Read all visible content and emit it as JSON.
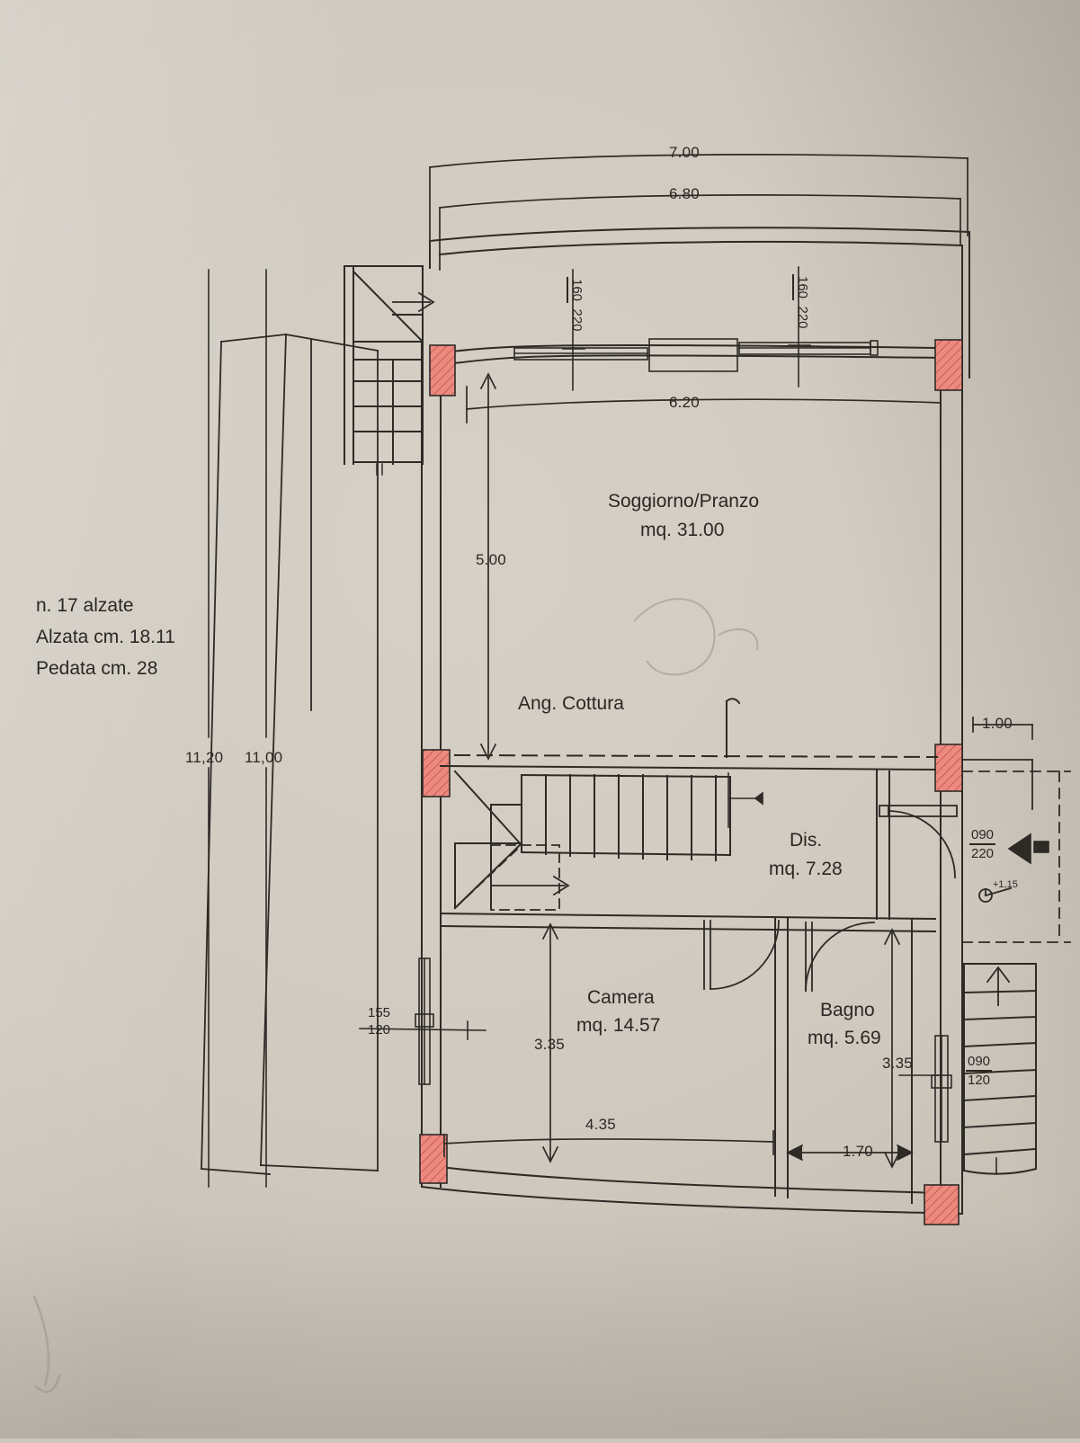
{
  "document": {
    "type": "architectural-floor-plan",
    "language": "it",
    "medium": "photographed paper print"
  },
  "notes": {
    "stair_note_line1": "n. 17 alzate",
    "stair_note_line2": "Alzata cm. 18.11",
    "stair_note_line3": "Pedata cm. 28"
  },
  "rooms": [
    {
      "id": "soggiorno",
      "name": "Soggiorno/Pranzo",
      "area": "mq. 31.00"
    },
    {
      "id": "angcottura",
      "name": "Ang. Cottura",
      "area": ""
    },
    {
      "id": "dis",
      "name": "Dis.",
      "area": "mq. 7.28"
    },
    {
      "id": "camera",
      "name": "Camera",
      "area": "mq. 14.57"
    },
    {
      "id": "bagno",
      "name": "Bagno",
      "area": "mq. 5.69"
    }
  ],
  "dimensions": {
    "top_outer": "7.00",
    "top_inner": "6.80",
    "living_width": "6.20",
    "left_vert_outer": "11,20",
    "left_vert_inner": "11,00",
    "living_depth": "5.00",
    "camera_depth": "3.35",
    "bagno_depth": "3.35",
    "camera_width": "4.35",
    "bagno_width": "1.70",
    "right_landing": "1.00"
  },
  "openings": [
    {
      "id": "win-living-left",
      "width": "160",
      "height": "220"
    },
    {
      "id": "win-living-right",
      "width": "160",
      "height": "220"
    },
    {
      "id": "door-entrance",
      "width": "090",
      "height": "220"
    },
    {
      "id": "win-stair",
      "width": "090",
      "height": "120"
    },
    {
      "id": "win-camera-left",
      "width": "155",
      "height": "120"
    }
  ],
  "markers": {
    "level_right": "+1,15"
  },
  "colors": {
    "paper": "#cfc9bf",
    "ink": "#2b2724",
    "wall_hatch": "#e8847c",
    "wall_hatch_line": "#c4524a"
  }
}
